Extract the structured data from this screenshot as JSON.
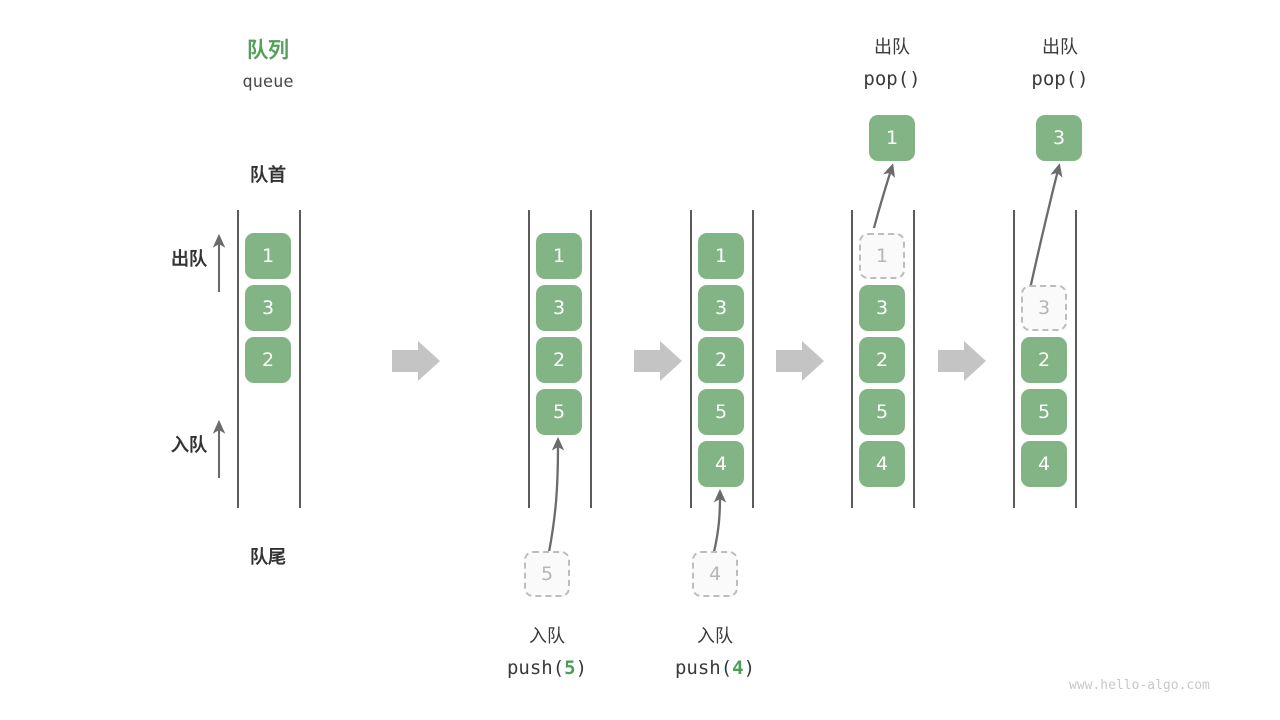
{
  "meta": {
    "watermark": "www.hello-algo.com",
    "colors": {
      "cell_fill": "#82b485",
      "cell_text": "#ffffff",
      "ghost_border": "#bdbdbd",
      "ghost_text": "#b6b6b6",
      "rail": "#5b5b5b",
      "accent_green": "#54a05a",
      "block_arrow": "#c4c4c4",
      "thin_arrow": "#6b6b6b",
      "text": "#333333"
    }
  },
  "header": {
    "title_cn": "队列",
    "title_en": "queue"
  },
  "axis_labels": {
    "front": "队首",
    "rear": "队尾",
    "pop_side": "出队",
    "push_side": "入队"
  },
  "panels": [
    {
      "id": "initial-queue",
      "cells": [
        {
          "value": "1",
          "state": "filled",
          "slot": 0
        },
        {
          "value": "3",
          "state": "filled",
          "slot": 1
        },
        {
          "value": "2",
          "state": "filled",
          "slot": 2
        }
      ],
      "operation": null
    },
    {
      "id": "after-push-5",
      "cells": [
        {
          "value": "1",
          "state": "filled",
          "slot": 0
        },
        {
          "value": "3",
          "state": "filled",
          "slot": 1
        },
        {
          "value": "2",
          "state": "filled",
          "slot": 2
        },
        {
          "value": "5",
          "state": "filled",
          "slot": 3
        }
      ],
      "operation": {
        "kind": "push",
        "label_cn": "入队",
        "code_prefix": "push(",
        "code_arg": "5",
        "code_suffix": ")",
        "incoming_value": "5"
      }
    },
    {
      "id": "after-push-4",
      "cells": [
        {
          "value": "1",
          "state": "filled",
          "slot": 0
        },
        {
          "value": "3",
          "state": "filled",
          "slot": 1
        },
        {
          "value": "2",
          "state": "filled",
          "slot": 2
        },
        {
          "value": "5",
          "state": "filled",
          "slot": 3
        },
        {
          "value": "4",
          "state": "filled",
          "slot": 4
        }
      ],
      "operation": {
        "kind": "push",
        "label_cn": "入队",
        "code_prefix": "push(",
        "code_arg": "4",
        "code_suffix": ")",
        "incoming_value": "4"
      }
    },
    {
      "id": "after-pop-1",
      "cells": [
        {
          "value": "1",
          "state": "ghost",
          "slot": 0
        },
        {
          "value": "3",
          "state": "filled",
          "slot": 1
        },
        {
          "value": "2",
          "state": "filled",
          "slot": 2
        },
        {
          "value": "5",
          "state": "filled",
          "slot": 3
        },
        {
          "value": "4",
          "state": "filled",
          "slot": 4
        }
      ],
      "operation": {
        "kind": "pop",
        "label_cn": "出队",
        "code_prefix": "pop(",
        "code_arg": "",
        "code_suffix": ")",
        "outgoing_value": "1"
      }
    },
    {
      "id": "after-pop-3",
      "cells": [
        {
          "value": "3",
          "state": "ghost",
          "slot": 1
        },
        {
          "value": "2",
          "state": "filled",
          "slot": 2
        },
        {
          "value": "5",
          "state": "filled",
          "slot": 3
        },
        {
          "value": "4",
          "state": "filled",
          "slot": 4
        }
      ],
      "operation": {
        "kind": "pop",
        "label_cn": "出队",
        "code_prefix": "pop(",
        "code_arg": "",
        "code_suffix": ")",
        "outgoing_value": "3"
      }
    }
  ],
  "flow_arrows": [
    {
      "from": "initial-queue",
      "to": "after-push-5"
    },
    {
      "from": "after-push-5",
      "to": "after-push-4"
    },
    {
      "from": "after-push-4",
      "to": "after-pop-1"
    },
    {
      "from": "after-pop-1",
      "to": "after-pop-3"
    }
  ]
}
